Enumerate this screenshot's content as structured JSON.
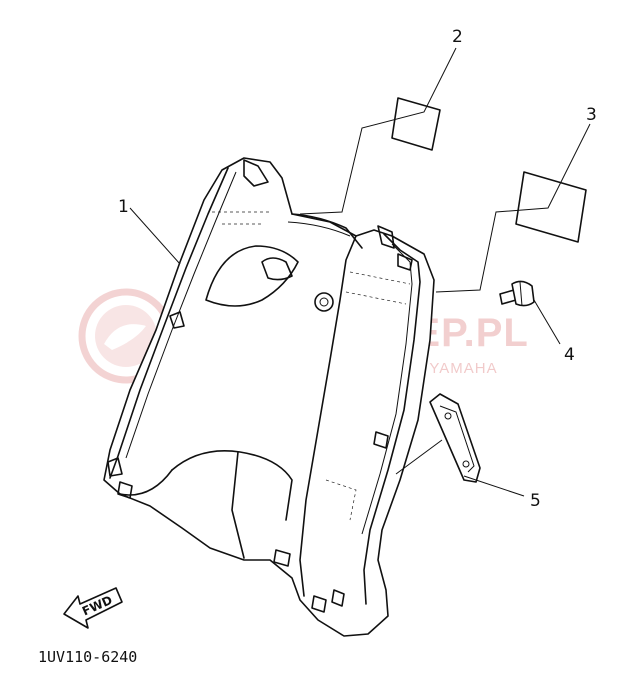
{
  "diagram": {
    "callouts": [
      {
        "label": "1",
        "part": "leg-shield-panel"
      },
      {
        "label": "2",
        "part": "small-label-2"
      },
      {
        "label": "3",
        "part": "large-label-3"
      },
      {
        "label": "4",
        "part": "screw-4"
      },
      {
        "label": "5",
        "part": "bracket-plate-5"
      }
    ],
    "direction_label": "FWD",
    "drawing_code": "1UV110-6240"
  },
  "watermark": {
    "title": "YAMA-SKLEP.PL",
    "subtitle": "WOJCIECHOWICZ I DEALER YAMAHA"
  },
  "colors": {
    "line": "#111111",
    "watermark": "#e9a8a8"
  }
}
